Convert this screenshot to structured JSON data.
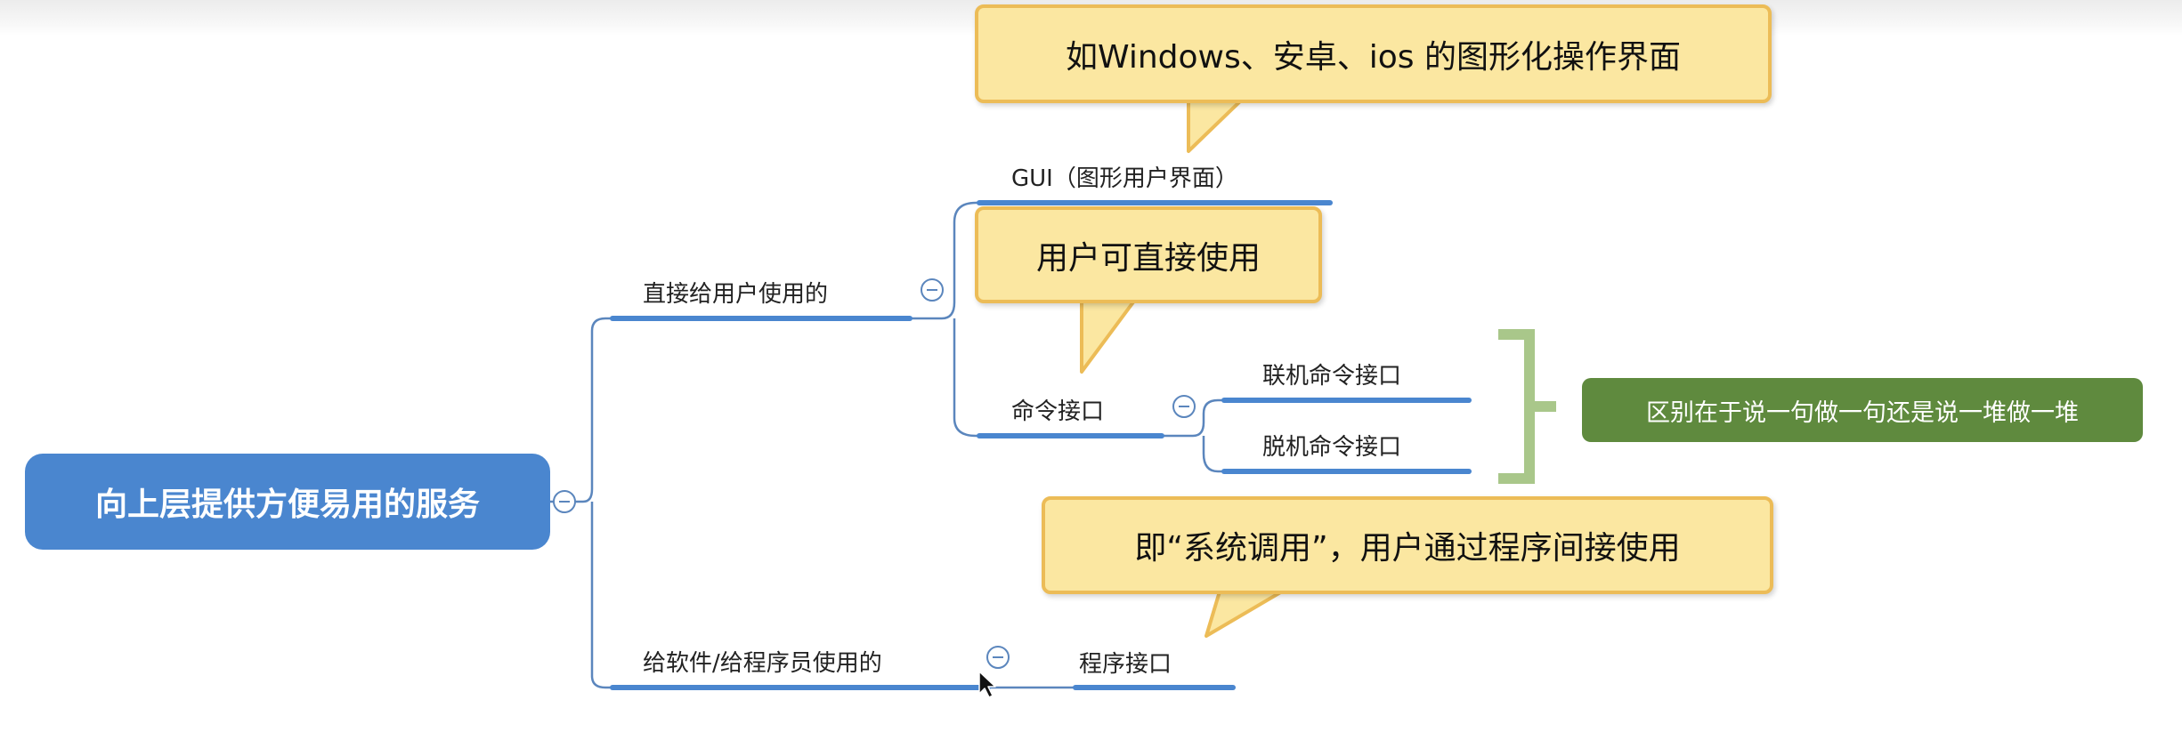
{
  "root": {
    "label": "向上层提供方便易用的服务"
  },
  "branches": {
    "user_direct": {
      "label": "直接给用户使用的"
    },
    "for_programmers": {
      "label": "给软件/给程序员使用的"
    }
  },
  "nodes": {
    "gui": "GUI（图形用户界面）",
    "command_interface": "命令接口",
    "online_command": "联机命令接口",
    "offline_command": "脱机命令接口",
    "program_interface": "程序接口"
  },
  "callouts": {
    "gui_note": "如Windows、安卓、ios 的图形化操作界面",
    "command_note": "用户可直接使用",
    "program_note": "即“系统调用”，用户通过程序间接使用"
  },
  "summary_note": "区别在于说一句做一句还是说一堆做一堆",
  "colors": {
    "root_fill": "#4a86cf",
    "connector": "#5b86bd",
    "callout_fill": "#fbe7a1",
    "callout_border": "#ecbc57",
    "bracket": "#a9c78a",
    "note_fill": "#5f8a3e"
  }
}
